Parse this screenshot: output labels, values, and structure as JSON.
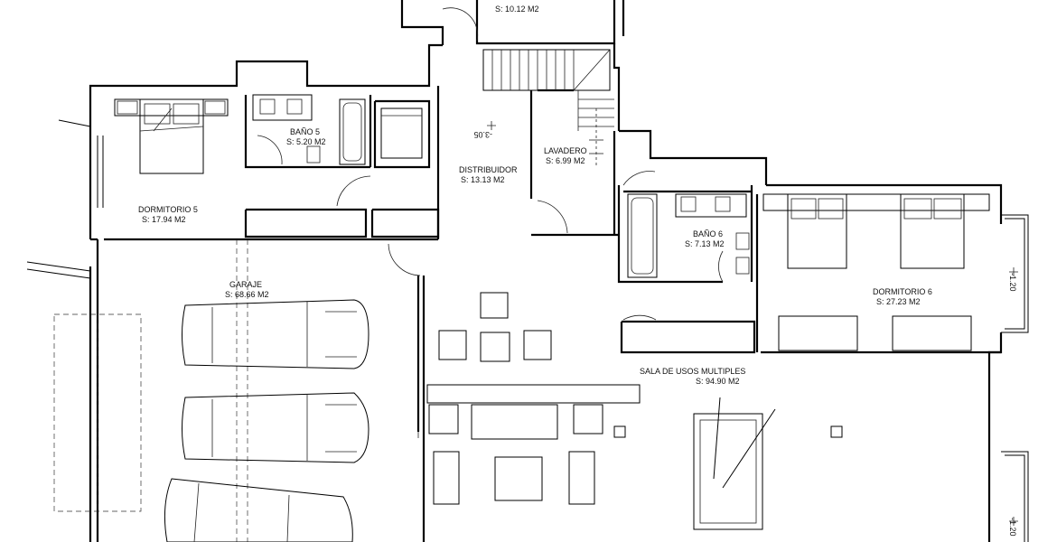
{
  "rooms": {
    "top_room": {
      "area": "S: 10.12 M2"
    },
    "bano5": {
      "name": "BAÑO 5",
      "area": "S: 5.20 M2"
    },
    "dormitorio5": {
      "name": "DORMITORIO 5",
      "area": "S: 17.94 M2"
    },
    "distribuidor": {
      "name": "DISTRIBUIDOR",
      "area": "S: 13.13 M2"
    },
    "lavadero": {
      "name": "LAVADERO",
      "area": "S: 6.99 M2"
    },
    "bano6": {
      "name": "BAÑO 6",
      "area": "S: 7.13 M2"
    },
    "dormitorio6": {
      "name": "DORMITORIO 6",
      "area": "S: 27.23 M2"
    },
    "garaje": {
      "name": "GARAJE",
      "area": "S: 68.66 M2"
    },
    "sala": {
      "name": "SALA DE  USOS MULTIPLES",
      "area": "S: 94.90 M2"
    }
  },
  "levels": {
    "distribuidor_level": "-3.05",
    "terrace_level_1": "-1.20",
    "terrace_level_2": "-1.20"
  },
  "colors": {
    "lines": "#000000",
    "background": "#ffffff"
  }
}
